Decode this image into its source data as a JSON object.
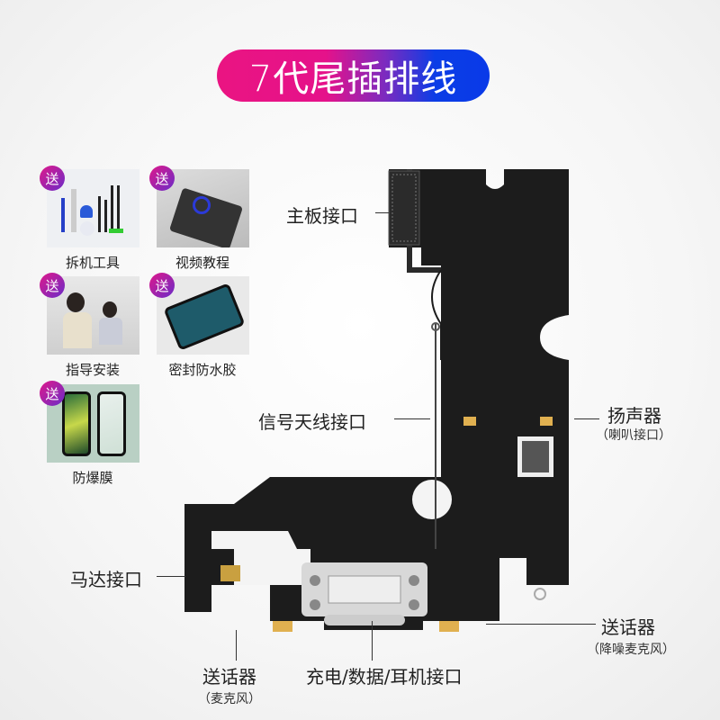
{
  "title": "7代尾插排线",
  "gift_badge": "送",
  "gifts": [
    {
      "label": "拆机工具",
      "icon": "tools-image"
    },
    {
      "label": "视频教程",
      "icon": "video-tutorial-image"
    },
    {
      "label": "指导安装",
      "icon": "install-guidance-image"
    },
    {
      "label": "密封防水胶",
      "icon": "waterproof-seal-image"
    },
    {
      "label": "防爆膜",
      "icon": "screen-protector-image"
    }
  ],
  "callouts": {
    "mainboard": "主板接口",
    "antenna": "信号天线接口",
    "speaker": "扬声器",
    "speaker_sub": "（喇叭接口）",
    "motor": "马达接口",
    "mic_right": "送话器",
    "mic_right_sub": "（降噪麦克风）",
    "mic_left": "送话器",
    "mic_left_sub": "（麦克风）",
    "charging": "充电/数据/耳机接口"
  },
  "colors": {
    "gradient_start": "#ea1482",
    "gradient_end": "#0a3ae8",
    "cable": "#1c1c1c"
  }
}
